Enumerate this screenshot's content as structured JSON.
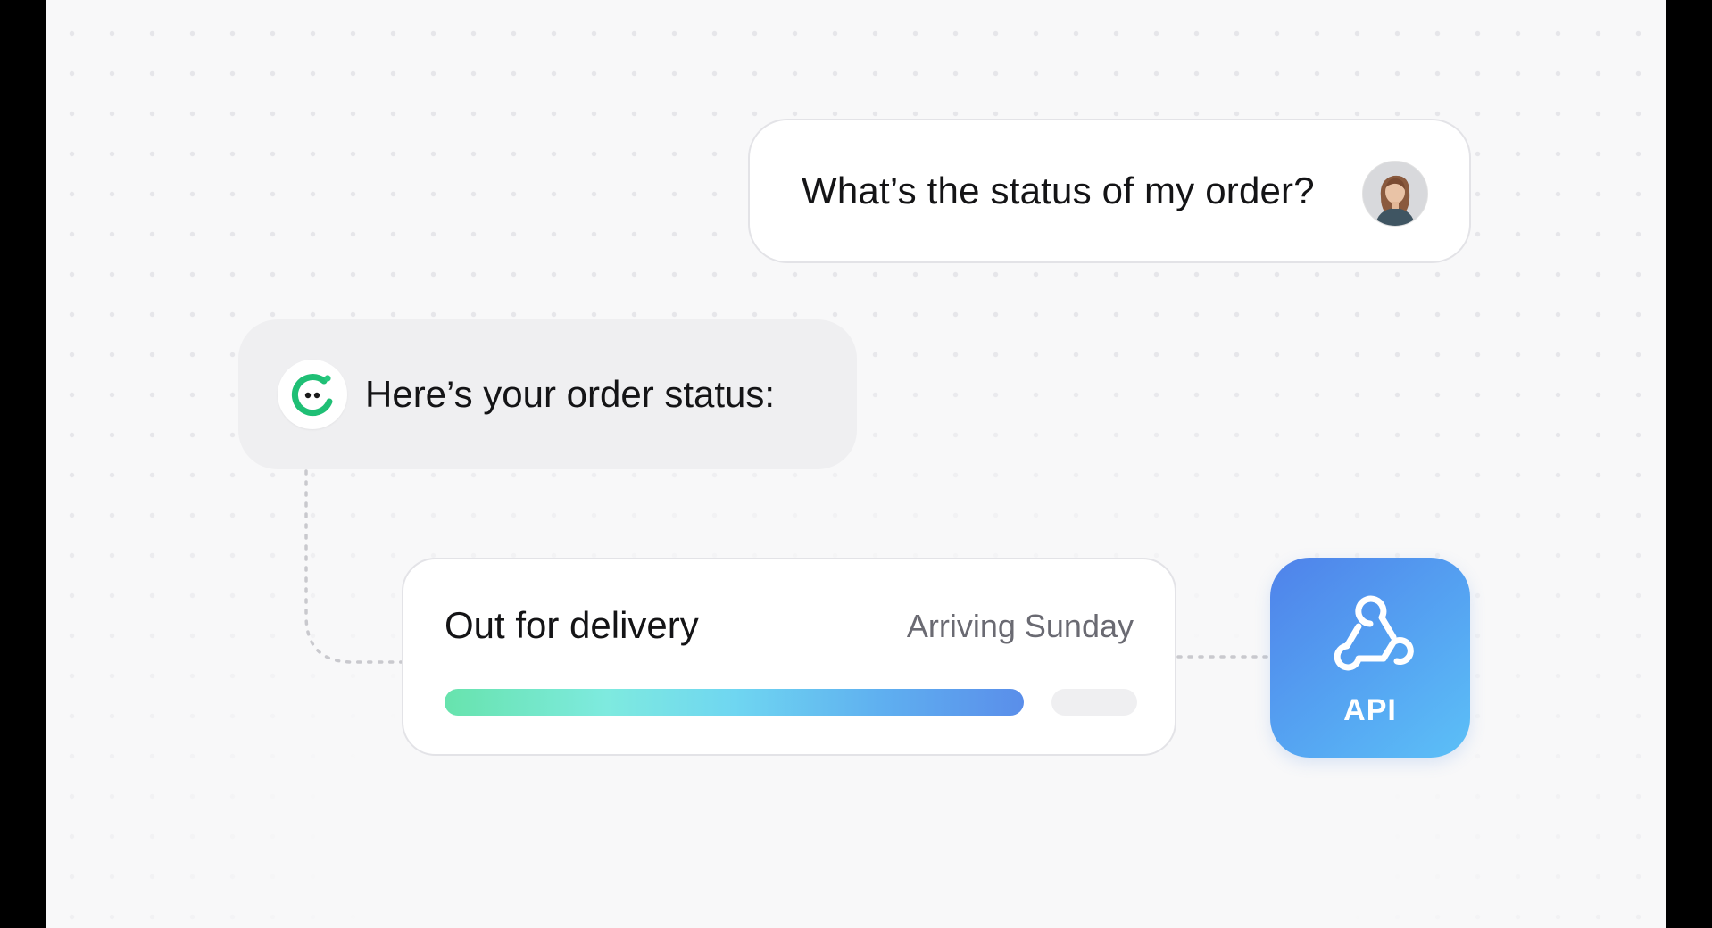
{
  "conversation": {
    "user_message": "What’s the status of my order?",
    "bot_message": "Here’s your order status:"
  },
  "order_status": {
    "title": "Out for delivery",
    "eta": "Arriving Sunday",
    "progress_fraction": 0.86
  },
  "integration": {
    "label": "API",
    "icon": "webhook-icon"
  },
  "icons": {
    "avatar": "user-avatar",
    "bot_logo": "bot-logo-icon"
  },
  "colors": {
    "bot_brand": "#1fbf75",
    "api_tile_start": "#4f82ea",
    "api_tile_end": "#5cc0f7",
    "progress_start": "#67e3ad",
    "progress_end": "#5a8eea"
  }
}
